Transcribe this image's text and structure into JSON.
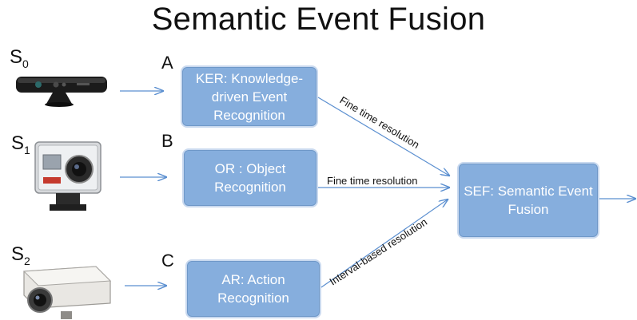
{
  "title": "Semantic Event Fusion",
  "sensors": [
    {
      "base": "S",
      "sub": "0",
      "icon": "kinect-sensor-icon"
    },
    {
      "base": "S",
      "sub": "1",
      "icon": "action-camera-icon"
    },
    {
      "base": "S",
      "sub": "2",
      "icon": "ip-camera-icon"
    }
  ],
  "letters": [
    "A",
    "B",
    "C"
  ],
  "modules": {
    "ker": "KER: Knowledge-driven Event Recognition",
    "or": "OR : Object Recognition",
    "ar": "AR: Action Recognition",
    "sef": "SEF: Semantic Event Fusion"
  },
  "edge_labels": {
    "ker_sef": "Fine time resolution",
    "or_sef": "Fine time resolution",
    "ar_sef": "Interval-based resolution"
  },
  "colors": {
    "box_fill": "#86aedd",
    "arrow": "#5b8fd0",
    "text": "#111111"
  }
}
